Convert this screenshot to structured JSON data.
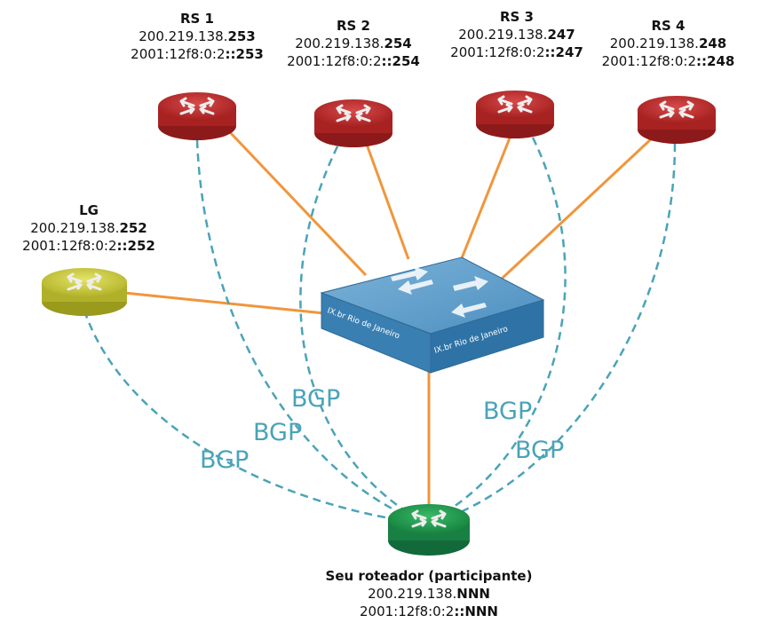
{
  "colors": {
    "bgp_link": "#4aa3b8",
    "physical_link": "#f0963c",
    "route_server": "#b32b2b",
    "looking_glass": "#c7c734",
    "participant_router": "#1e9a4a",
    "switch": "#3f86b8"
  },
  "nodes": {
    "rs1": {
      "name": "RS 1",
      "ipv4_prefix": "200.219.138.",
      "ipv4_suffix": "253",
      "ipv6_prefix": "2001:12f8:0:2",
      "ipv6_suffix": "::253"
    },
    "rs2": {
      "name": "RS 2",
      "ipv4_prefix": "200.219.138.",
      "ipv4_suffix": "254",
      "ipv6_prefix": "2001:12f8:0:2",
      "ipv6_suffix": "::254"
    },
    "rs3": {
      "name": "RS 3",
      "ipv4_prefix": "200.219.138.",
      "ipv4_suffix": "247",
      "ipv6_prefix": "2001:12f8:0:2",
      "ipv6_suffix": "::247"
    },
    "rs4": {
      "name": "RS 4",
      "ipv4_prefix": "200.219.138.",
      "ipv4_suffix": "248",
      "ipv6_prefix": "2001:12f8:0:2",
      "ipv6_suffix": "::248"
    },
    "lg": {
      "name": "LG",
      "ipv4_prefix": "200.219.138.",
      "ipv4_suffix": "252",
      "ipv6_prefix": "2001:12f8:0:2",
      "ipv6_suffix": "::252"
    },
    "participant": {
      "name": "Seu roteador (participante)",
      "ipv4_prefix": "200.219.138.",
      "ipv4_suffix": "NNN",
      "ipv6_prefix": "2001:12f8:0:2",
      "ipv6_suffix": "::NNN"
    }
  },
  "switch": {
    "label_front": "IX.br Rio de Janeiro",
    "label_side": "IX.br Rio de Janeiro"
  },
  "bgp_labels": [
    "BGP",
    "BGP",
    "BGP",
    "BGP",
    "BGP"
  ],
  "icons": {
    "router": "router-icon",
    "switch": "switch-icon"
  }
}
